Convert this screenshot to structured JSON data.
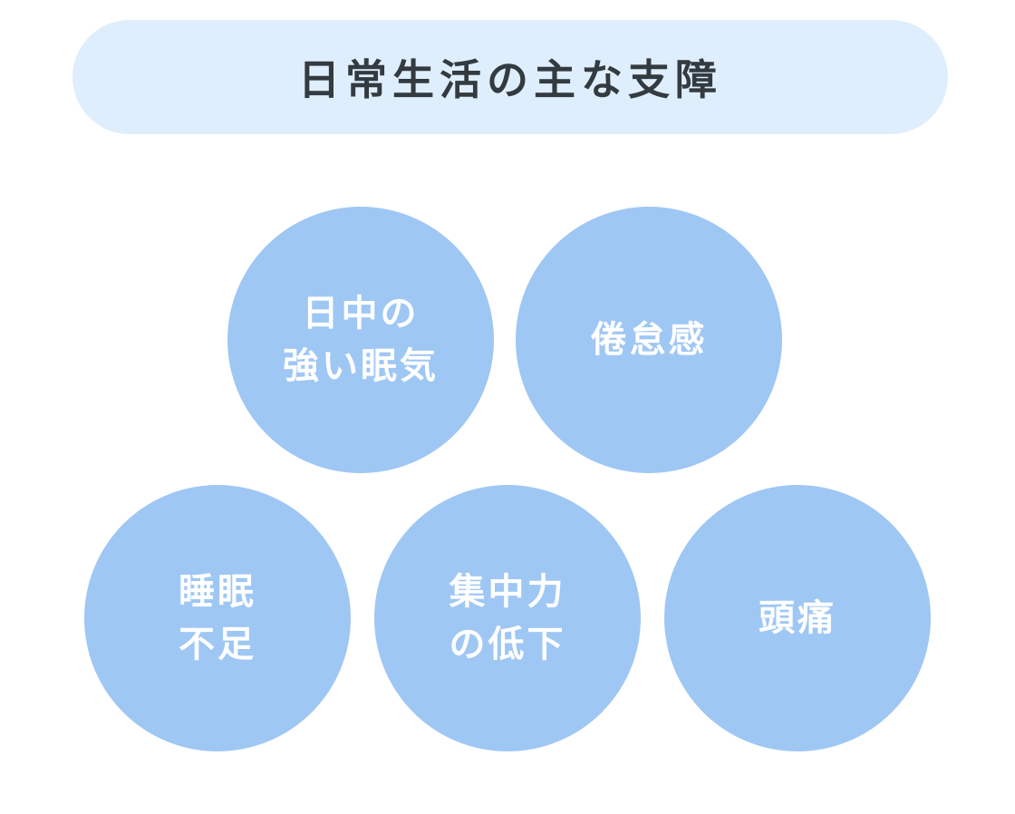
{
  "title": "日常生活の主な支障",
  "colors": {
    "title_bg": "#dfeefc",
    "title_text": "#333a40",
    "circle_fill": "#9fc7f4",
    "circle_text": "#ffffff"
  },
  "items": [
    {
      "lines": [
        "日中の",
        "強い眠気"
      ]
    },
    {
      "lines": [
        "倦怠感"
      ]
    },
    {
      "lines": [
        "睡眠",
        "不足"
      ]
    },
    {
      "lines": [
        "集中力",
        "の低下"
      ]
    },
    {
      "lines": [
        "頭痛"
      ]
    }
  ]
}
